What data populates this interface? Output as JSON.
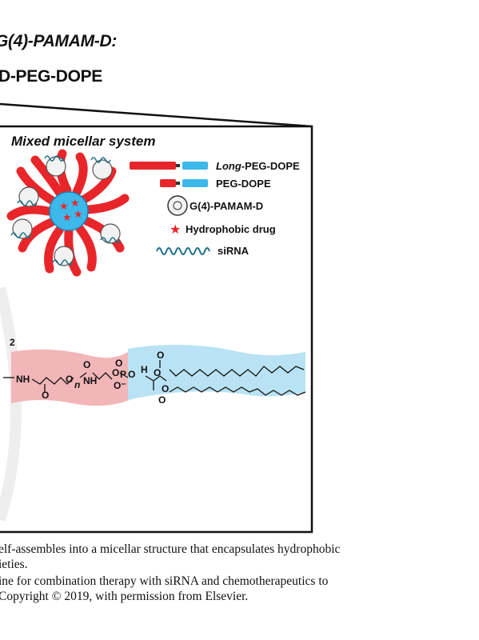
{
  "title": {
    "line1": "G(4)-PAMAM-D:",
    "line2": "D-PEG-DOPE"
  },
  "panel": {
    "heading": "Mixed micellar system",
    "legend": {
      "long_peg_prefix": "Long",
      "long_peg_suffix": "-PEG-DOPE",
      "peg_dope": "PEG-DOPE",
      "dendrimer": "G(4)-PAMAM-D",
      "drug": "Hydrophobic drug",
      "sirna": "siRNA"
    },
    "molecule": {
      "label_2": "2",
      "nh1": "NH",
      "o": "O",
      "n": "n",
      "nh2": "NH",
      "p": "P",
      "h": "H",
      "o_minus": "O⁻"
    },
    "colors": {
      "peg": "#e8262a",
      "dope": "#3db8ea",
      "peg_band": "#f2b6b8",
      "dope_band": "#b9e3f4"
    }
  },
  "caption": {
    "line1": "elf-assembles into a micellar structure that encapsulates hydrophobic",
    "line2": "ieties.",
    "line3": "ine for combination therapy with siRNA and chemotherapeutics to",
    "line4": "Copyright © 2019, with permission from Elsevier."
  }
}
